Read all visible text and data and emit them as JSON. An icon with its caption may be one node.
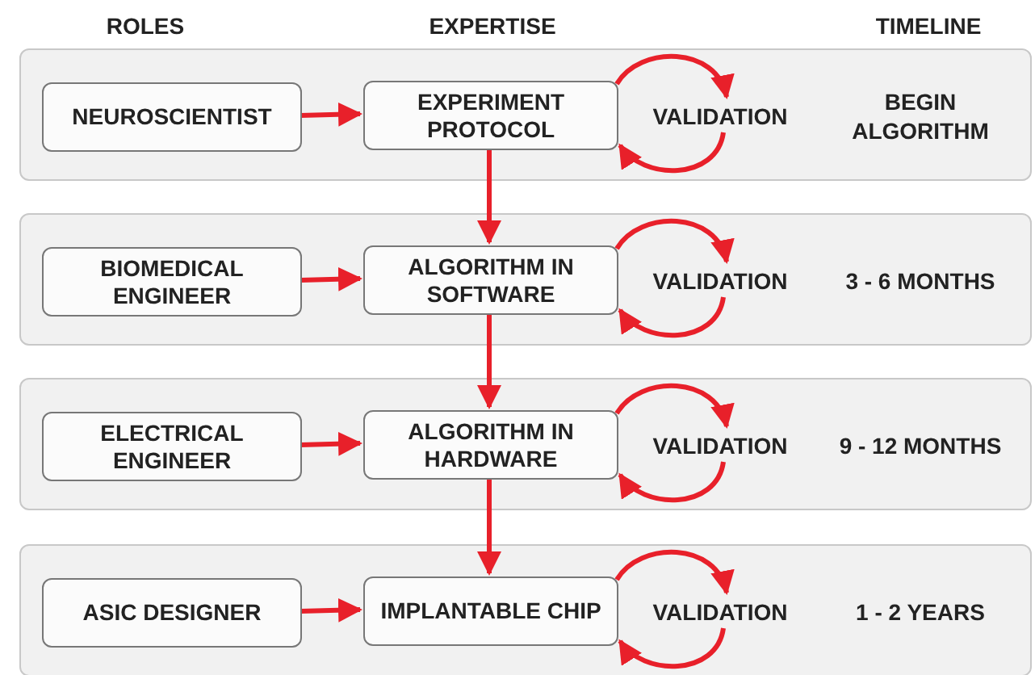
{
  "diagram": {
    "nodes": [
      {
        "text": [
          "BEGIN ALGORITHM"
        ]
      },
      {
        "text": [
          "NEUROSCIENTIST"
        ],
        "in": 0
      },
      {
        "text": [
          "EXPERIMENT PROTOCOL"
        ],
        "in": 0
      },
      {
        "text": [
          "VALIDATION"
        ],
        "in": 0
      },
      {
        "text": [
          "3 - 6 MONTHS"
        ]
      },
      {
        "text": [
          "BIOMEDICAL ENGINEER"
        ],
        "in": 4
      },
      {
        "text": [
          "ALGORITHM IN SOFTWARE"
        ],
        "in": 4
      },
      {
        "text": [
          "VALIDATION"
        ],
        "in": 4
      },
      {
        "text": [
          "9 - 12 MONTHS"
        ]
      },
      {
        "text": [
          "ELECTRICAL ENGINEER"
        ],
        "in": 8
      },
      {
        "text": [
          "ALGORITHM IN HARDWARE"
        ],
        "in": 8
      },
      {
        "text": [
          "VALIDATION"
        ],
        "in": 8
      },
      {
        "text": [
          "1 - 2 YEARS"
        ]
      },
      {
        "text": [
          "ASIC DESIGNER"
        ],
        "in": 12
      },
      {
        "text": [
          "IMPLANTABLE CHIP"
        ],
        "in": 12
      },
      {
        "text": [
          "VALIDATION"
        ],
        "in": 12
      }
    ],
    "edges": [
      {
        "from": 1,
        "to": 2,
        "arrow": "to"
      },
      {
        "from": 2,
        "to": 3,
        "arrow": "to"
      },
      {
        "from": 3,
        "to": 2,
        "arrow": "to"
      },
      {
        "from": 2,
        "to": 6,
        "arrow": "to"
      },
      {
        "from": 5,
        "to": 6,
        "arrow": "to"
      },
      {
        "from": 6,
        "to": 7,
        "arrow": "to"
      },
      {
        "from": 7,
        "to": 6,
        "arrow": "to"
      },
      {
        "from": 6,
        "to": 10,
        "arrow": "to"
      },
      {
        "from": 9,
        "to": 10,
        "arrow": "to"
      },
      {
        "from": 10,
        "to": 11,
        "arrow": "to"
      },
      {
        "from": 11,
        "to": 10,
        "arrow": "to"
      },
      {
        "from": 10,
        "to": 14,
        "arrow": "to"
      },
      {
        "from": 13,
        "to": 14,
        "arrow": "to"
      },
      {
        "from": 14,
        "to": 15,
        "arrow": "to"
      },
      {
        "from": 15,
        "to": 14,
        "arrow": "to"
      }
    ],
    "labels": [
      "ROLES",
      "EXPERTISE",
      "TIMELINE"
    ]
  }
}
